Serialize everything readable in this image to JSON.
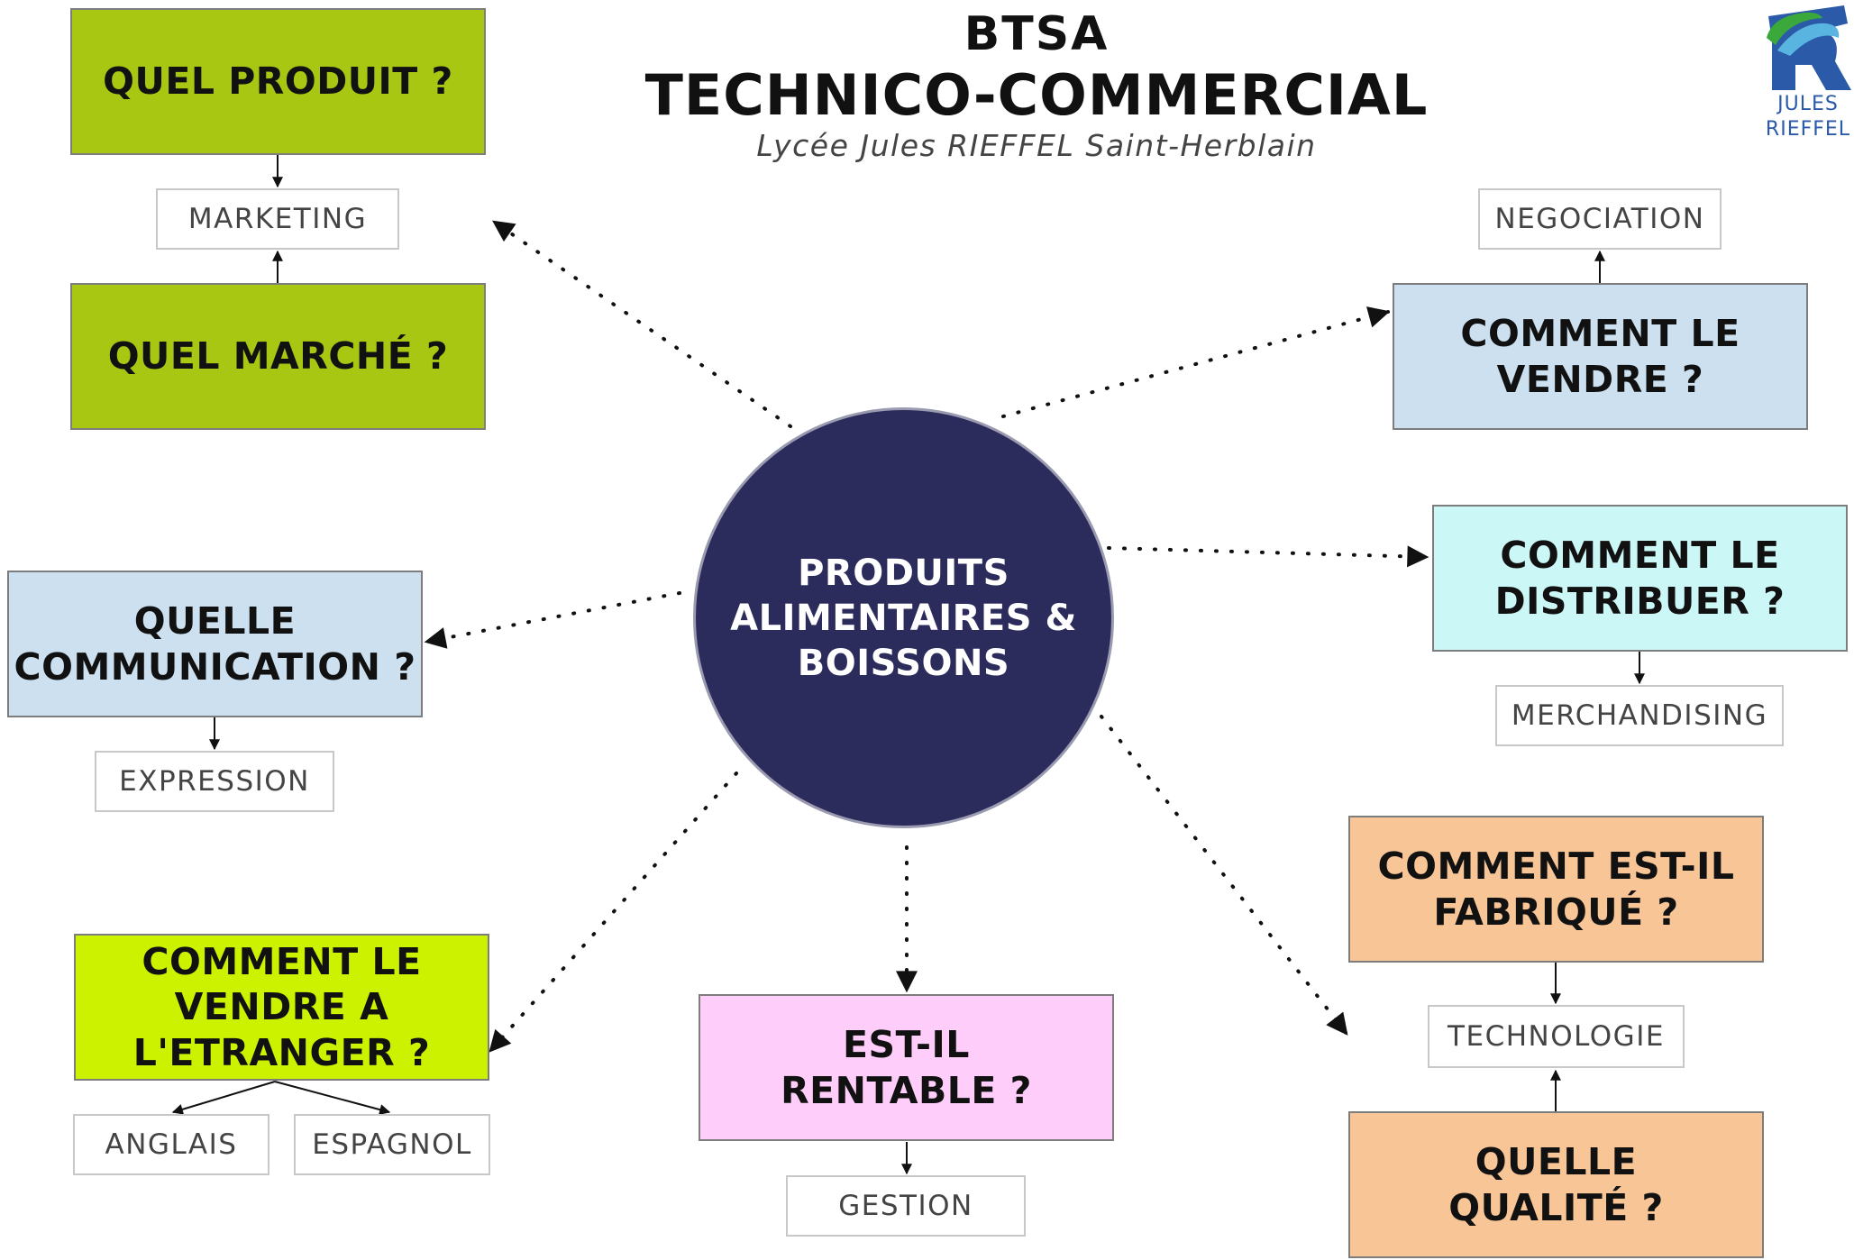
{
  "title": {
    "line1": "BTSA",
    "line2": "TECHNICO-COMMERCIAL",
    "line3": "Lycée Jules RIEFFEL  Saint-Herblain"
  },
  "logo": {
    "line1": "JULES",
    "line2": "RIEFFEL",
    "icon": "school-logo-icon",
    "colors": {
      "green": "#3aa83a",
      "blue": "#2a5aa8",
      "sky": "#5ab4e0"
    }
  },
  "center": {
    "lines": [
      "PRODUITS",
      "ALIMENTAIRES",
      "& BOISSONS"
    ],
    "color": "#2b2b5c"
  },
  "colors": {
    "olive": "#a7c713",
    "light_blue": "#cce0ef",
    "cyan": "#ccf7f7",
    "yellow": "#ccf200",
    "pink": "#ffcdfa",
    "orange": "#f8c596",
    "connector": "#111111"
  },
  "boxes": {
    "quel_produit": {
      "lines": [
        "QUEL PRODUIT ?"
      ]
    },
    "quel_marche": {
      "lines": [
        "QUEL MARCHÉ ?"
      ]
    },
    "comment_vendre": {
      "lines": [
        "COMMENT LE",
        "VENDRE ?"
      ]
    },
    "comment_distribuer": {
      "lines": [
        "COMMENT LE",
        "DISTRIBUER ?"
      ]
    },
    "quelle_communication": {
      "lines": [
        "QUELLE",
        "COMMUNICATION ?"
      ]
    },
    "vendre_etranger": {
      "lines": [
        "COMMENT LE",
        "VENDRE A",
        "L'ETRANGER ?"
      ]
    },
    "rentable": {
      "lines": [
        "EST-IL",
        "RENTABLE ?"
      ]
    },
    "fabrique": {
      "lines": [
        "COMMENT EST-IL",
        "FABRIQUÉ ?"
      ]
    },
    "qualite": {
      "lines": [
        "QUELLE",
        "QUALITÉ ?"
      ]
    }
  },
  "subs": {
    "marketing": "MARKETING",
    "negociation": "NEGOCIATION",
    "merchandising": "MERCHANDISING",
    "expression": "EXPRESSION",
    "anglais": "ANGLAIS",
    "espagnol": "ESPAGNOL",
    "gestion": "GESTION",
    "technologie": "TECHNOLOGIE"
  }
}
